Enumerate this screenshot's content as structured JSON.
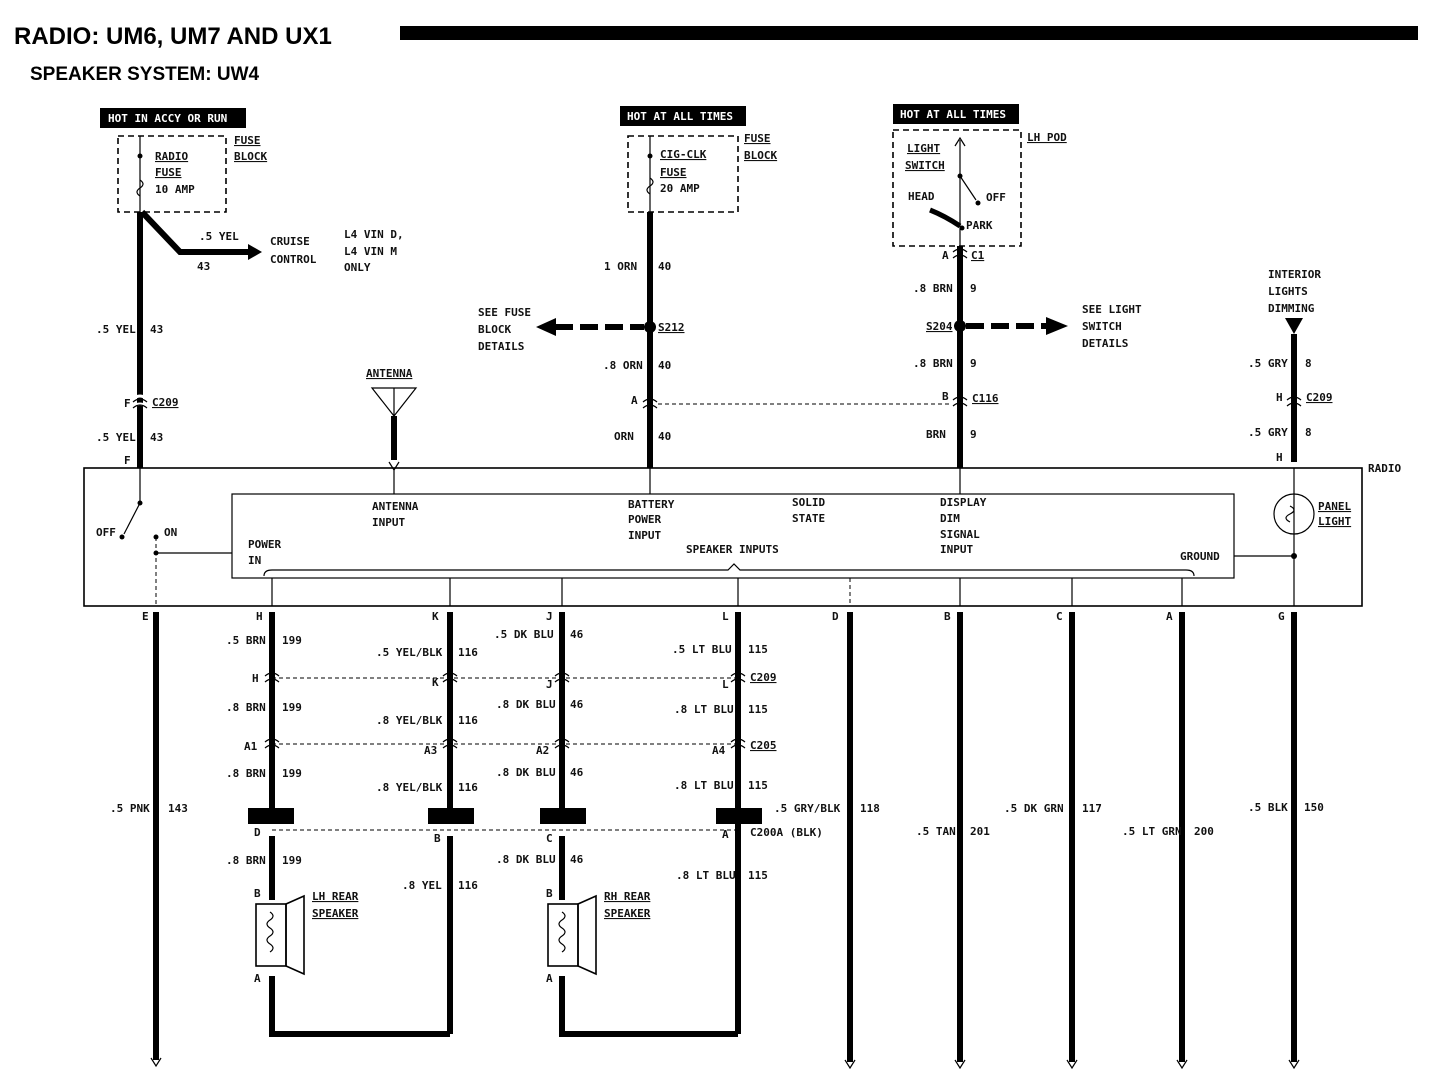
{
  "title": "RADIO: UM6, UM7 AND UX1",
  "subtitle": "SPEAKER SYSTEM: UW4",
  "hot_labels": [
    "HOT IN ACCY OR RUN",
    "HOT AT ALL TIMES",
    "HOT AT ALL TIMES"
  ],
  "fuse_block_1": {
    "fuse": "RADIO",
    "fuse2": "FUSE",
    "amp": "10 AMP",
    "block": "FUSE",
    "block2": "BLOCK"
  },
  "fuse_block_2": {
    "fuse": "CIG-CLK",
    "fuse2": "FUSE",
    "amp": "20 AMP",
    "block": "FUSE",
    "block2": "BLOCK"
  },
  "light_switch": {
    "l1": "LIGHT",
    "l2": "SWITCH",
    "pod": "LH POD",
    "head": "HEAD",
    "off": "OFF",
    "park": "PARK"
  },
  "cruise": {
    "wire": ".5 YEL",
    "num": "43",
    "l1": "CRUISE",
    "l2": "CONTROL",
    "n1": "L4 VIN D,",
    "n2": "L4 VIN M",
    "n3": "ONLY"
  },
  "top_wires": {
    "a1": ".5 YEL",
    "a1n": "43",
    "a2": ".5 YEL",
    "a2n": "43",
    "c209": "C209",
    "F": "F",
    "b1": "1 ORN",
    "b1n": "40",
    "b2": ".8 ORN",
    "b2n": "40",
    "b3": "ORN",
    "b3n": "40",
    "s212": "S212",
    "A": "A",
    "c1": ".8 BRN",
    "c1n": "9",
    "c2": ".8 BRN",
    "c2n": "9",
    "c3": "BRN",
    "c3n": "9",
    "s204": "S204",
    "conn_c1": "C1",
    "conn_c116": "C116",
    "B": "B",
    "d1": ".5 GRY",
    "d1n": "8",
    "d2": ".5 GRY",
    "d2n": "8",
    "H": "H"
  },
  "see_fuse": [
    "SEE FUSE",
    "BLOCK",
    "DETAILS"
  ],
  "see_light": [
    "SEE LIGHT",
    "SWITCH",
    "DETAILS"
  ],
  "interior": [
    "INTERIOR",
    "LIGHTS",
    "DIMMING"
  ],
  "antenna": "ANTENNA",
  "radio": {
    "label": "RADIO",
    "off": "OFF",
    "on": "ON",
    "power1": "POWER",
    "power2": "IN",
    "ant1": "ANTENNA",
    "ant2": "INPUT",
    "bat1": "BATTERY",
    "bat2": "POWER",
    "bat3": "INPUT",
    "ss1": "SOLID",
    "ss2": "STATE",
    "dd1": "DISPLAY",
    "dd2": "DIM",
    "dd3": "SIGNAL",
    "dd4": "INPUT",
    "spk": "SPEAKER INPUTS",
    "ground": "GROUND",
    "pl1": "PANEL",
    "pl2": "LIGHT"
  },
  "pins": [
    "E",
    "H",
    "K",
    "J",
    "L",
    "D",
    "B",
    "C",
    "A",
    "G"
  ],
  "bottom": {
    "pnk": ".5 PNK",
    "pnk_n": "143",
    "brn1": ".5 BRN",
    "brn1_n": "199",
    "brn2": ".8 BRN",
    "brn2_n": "199",
    "brn3": ".8 BRN",
    "brn3_n": "199",
    "brn4": ".8 BRN",
    "brn4_n": "199",
    "yb1": ".5 YEL/BLK",
    "yb1_n": "116",
    "yb2": ".8 YEL/BLK",
    "yb2_n": "116",
    "yb3": ".8 YEL/BLK",
    "yb3_n": "116",
    "yel": ".8 YEL",
    "yel_n": "116",
    "db1": ".5 DK BLU",
    "db1_n": "46",
    "db2": ".8 DK BLU",
    "db2_n": "46",
    "db3": ".8 DK BLU",
    "db3_n": "46",
    "db4": ".8 DK BLU",
    "db4_n": "46",
    "lb1": ".5 LT BLU",
    "lb1_n": "115",
    "lb2": ".8 LT BLU",
    "lb2_n": "115",
    "lb3": ".8 LT BLU",
    "lb3_n": "115",
    "lb4": ".8 LT BLU",
    "lb4_n": "115",
    "gb": ".5 GRY/BLK",
    "gb_n": "118",
    "tan": ".5 TAN",
    "tan_n": "201",
    "dg": ".5 DK GRN",
    "dg_n": "117",
    "lg": ".5 LT GRN",
    "lg_n": "200",
    "blk": ".5 BLK",
    "blk_n": "150",
    "c209": "C209",
    "c205": "C205",
    "c200a": "C200A (BLK)",
    "a1": "A1",
    "a3": "A3",
    "a2": "A2",
    "a4": "A4"
  },
  "speakers": {
    "lh1": "LH REAR",
    "lh2": "SPEAKER",
    "rh1": "RH REAR",
    "rh2": "SPEAKER"
  }
}
